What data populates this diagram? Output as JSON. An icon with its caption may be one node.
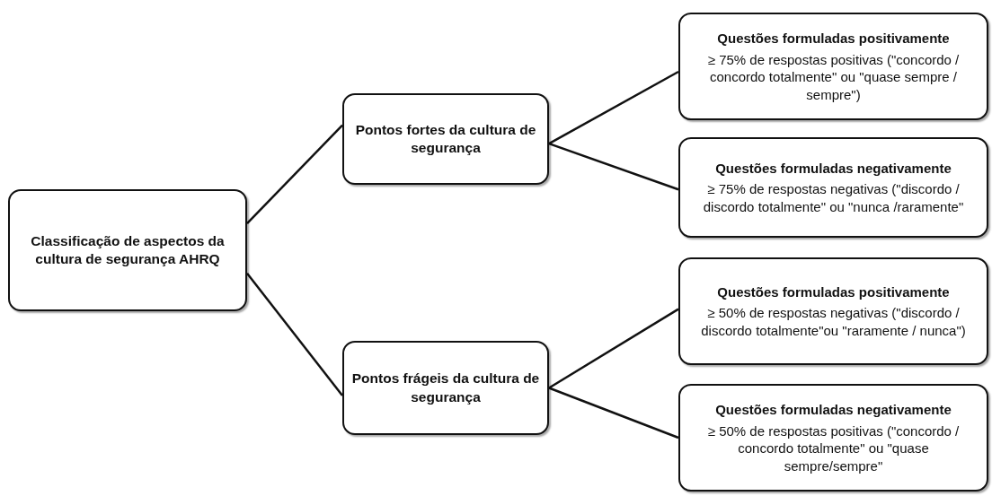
{
  "diagram": {
    "nodes": [
      {
        "text": [
          "Classificação de aspectos da cultura de segurança AHRQ"
        ]
      },
      {
        "text": [
          "Pontos fortes da cultura de segurança"
        ]
      },
      {
        "text": [
          "Pontos frágeis da cultura de segurança"
        ]
      },
      {
        "text": [
          "Questões formuladas positivamente",
          "≥ 75% de respostas positivas (\"concordo / concordo totalmente\" ou \"quase sempre / sempre\")"
        ]
      },
      {
        "text": [
          "Questões formuladas negativamente",
          "≥ 75% de respostas negativas (\"discordo / discordo totalmente\" ou \"nunca /raramente\""
        ]
      },
      {
        "text": [
          "Questões formuladas positivamente",
          "≥ 50% de respostas negativas (\"discordo / discordo totalmente\"ou \"raramente / nunca\")"
        ]
      },
      {
        "text": [
          "Questões formuladas negativamente",
          "≥ 50% de respostas positivas (\"concordo / concordo totalmente\" ou \"quase sempre/sempre\""
        ]
      }
    ],
    "edges": [
      {
        "from": 0,
        "to": 1,
        "arrow": "none"
      },
      {
        "from": 0,
        "to": 2,
        "arrow": "none"
      },
      {
        "from": 1,
        "to": 3,
        "arrow": "none"
      },
      {
        "from": 1,
        "to": 4,
        "arrow": "none"
      },
      {
        "from": 2,
        "to": 5,
        "arrow": "none"
      },
      {
        "from": 2,
        "to": 6,
        "arrow": "none"
      }
    ]
  }
}
